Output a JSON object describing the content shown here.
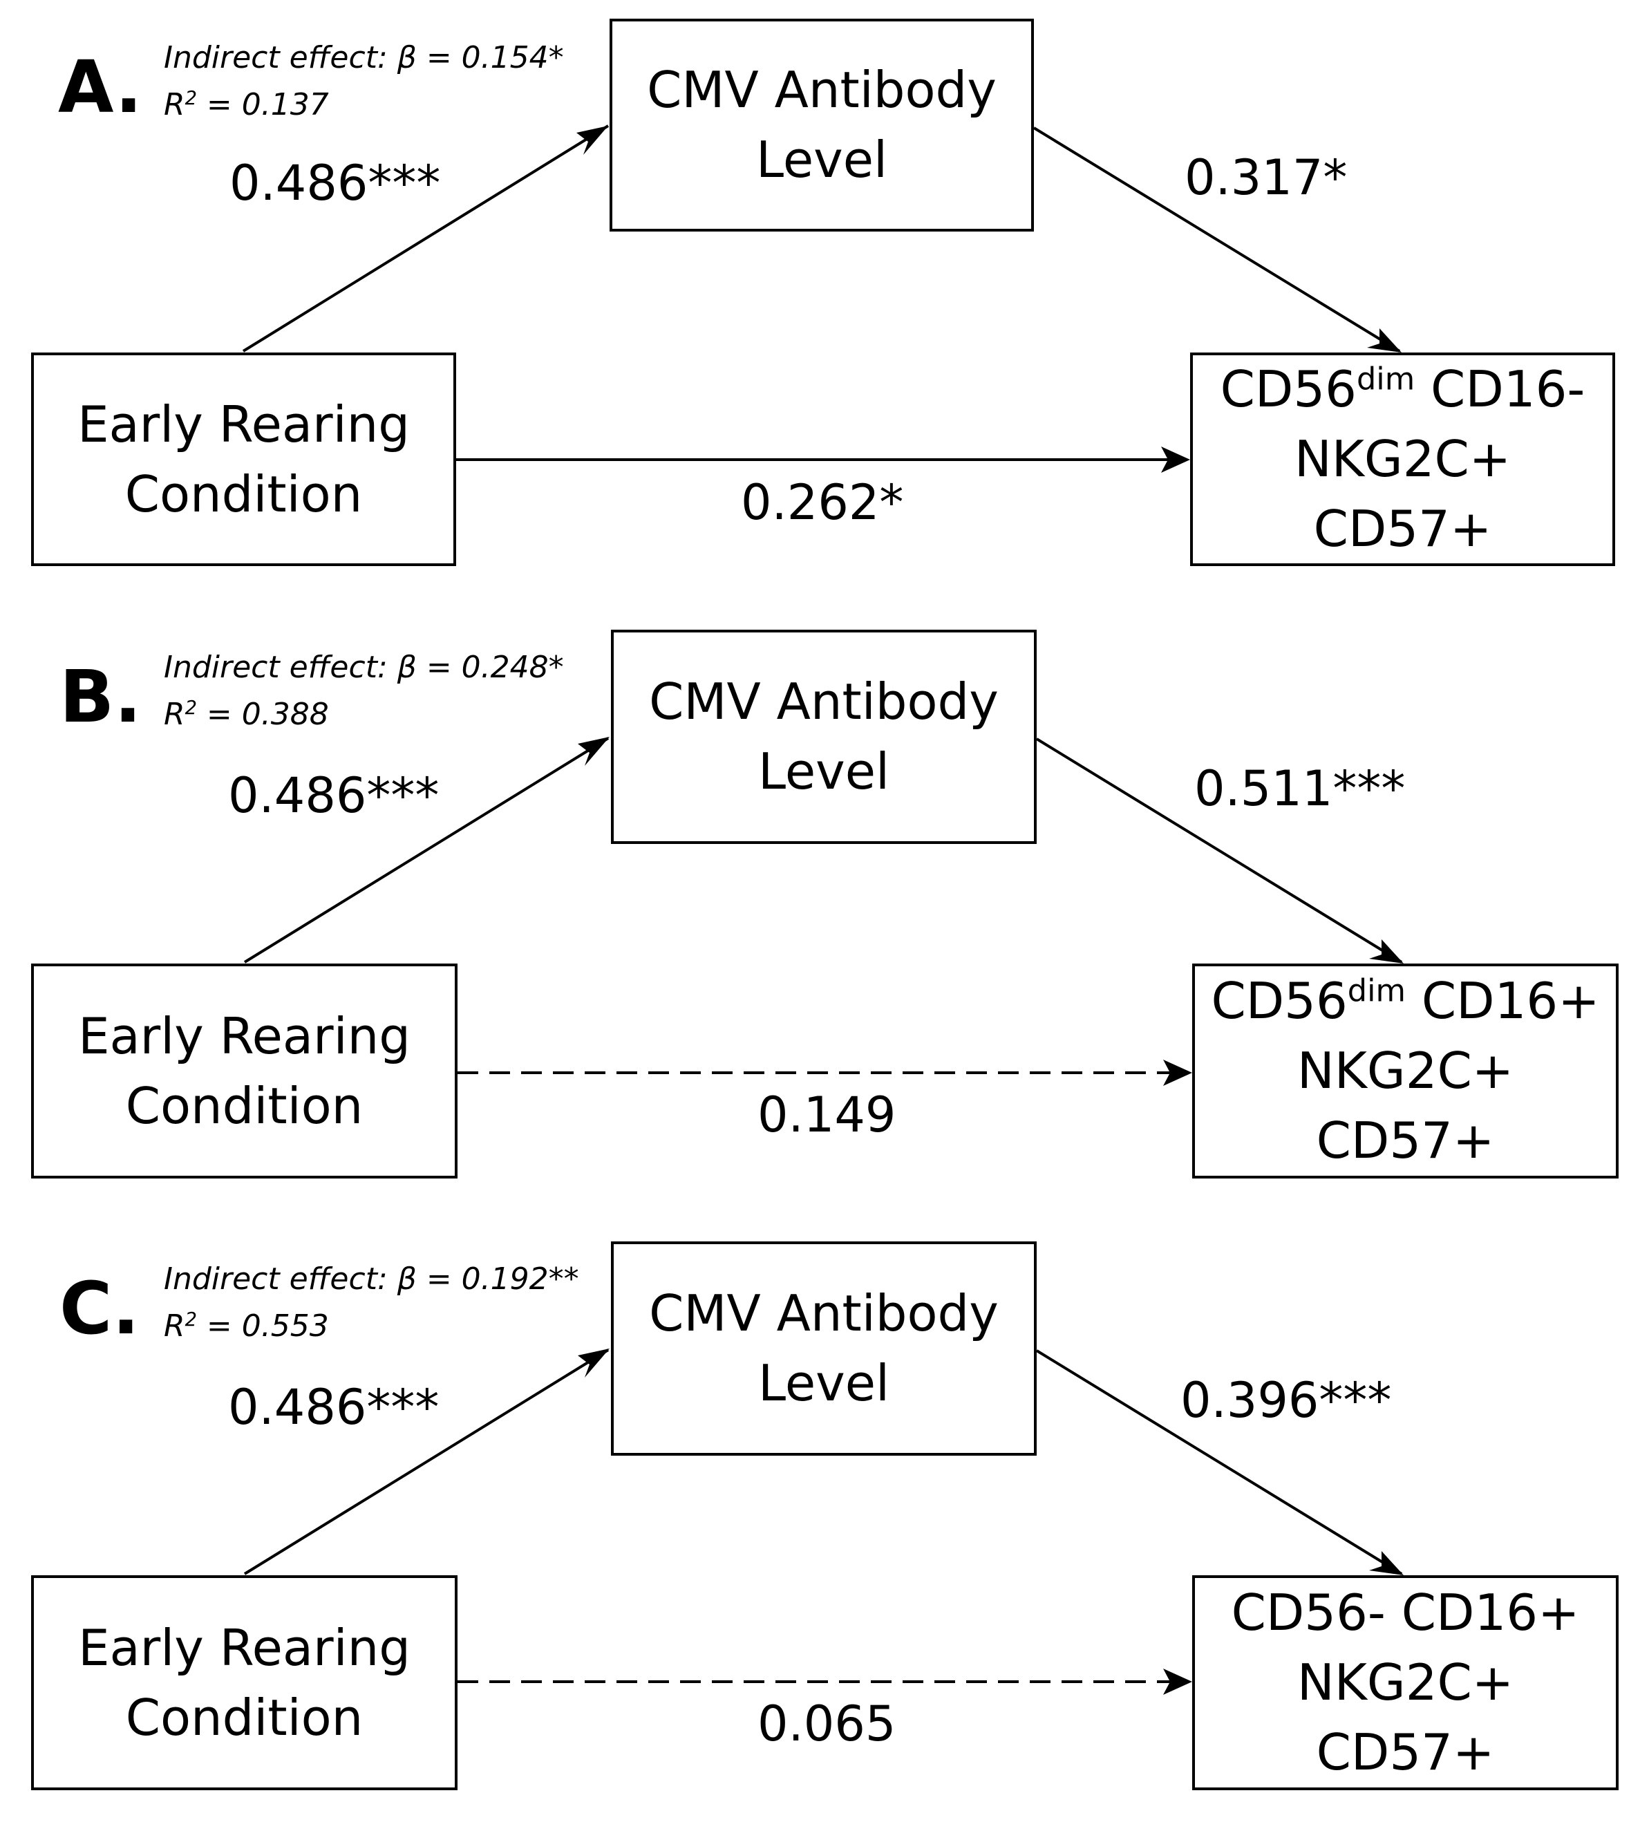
{
  "panels": [
    {
      "label": "A.",
      "indirect": "Indirect effect: β = 0.154*",
      "r2_prefix": "R",
      "r2_sup": "2",
      "r2_value": " = 0.137",
      "mediator": [
        "CMV Antibody",
        "Level"
      ],
      "predictor": [
        "Early Rearing",
        "Condition"
      ],
      "outcome": {
        "line1_main": "CD56",
        "line1_sup": "dim",
        "line1_rest": " CD16-",
        "line2": "NKG2C+",
        "line3": "CD57+"
      },
      "path_a": "0.486***",
      "path_b": "0.317*",
      "path_c": "0.262*",
      "direct_significant": true
    },
    {
      "label": "B.",
      "indirect": "Indirect effect: β = 0.248*",
      "r2_prefix": "R",
      "r2_sup": "2",
      "r2_value": " = 0.388",
      "mediator": [
        "CMV Antibody",
        "Level"
      ],
      "predictor": [
        "Early Rearing",
        "Condition"
      ],
      "outcome": {
        "line1_main": "CD56",
        "line1_sup": "dim",
        "line1_rest": " CD16+",
        "line2": "NKG2C+",
        "line3": "CD57+"
      },
      "path_a": "0.486***",
      "path_b": "0.511***",
      "path_c": "0.149",
      "direct_significant": false
    },
    {
      "label": "C.",
      "indirect": "Indirect effect: β = 0.192**",
      "r2_prefix": "R",
      "r2_sup": "2",
      "r2_value": " = 0.553",
      "mediator": [
        "CMV Antibody",
        "Level"
      ],
      "predictor": [
        "Early Rearing",
        "Condition"
      ],
      "outcome": {
        "line1_main": "CD56- CD16+",
        "line1_sup": "",
        "line1_rest": "",
        "line2": "NKG2C+",
        "line3": "CD57+"
      },
      "path_a": "0.486***",
      "path_b": "0.396***",
      "path_c": "0.065",
      "direct_significant": false
    }
  ]
}
